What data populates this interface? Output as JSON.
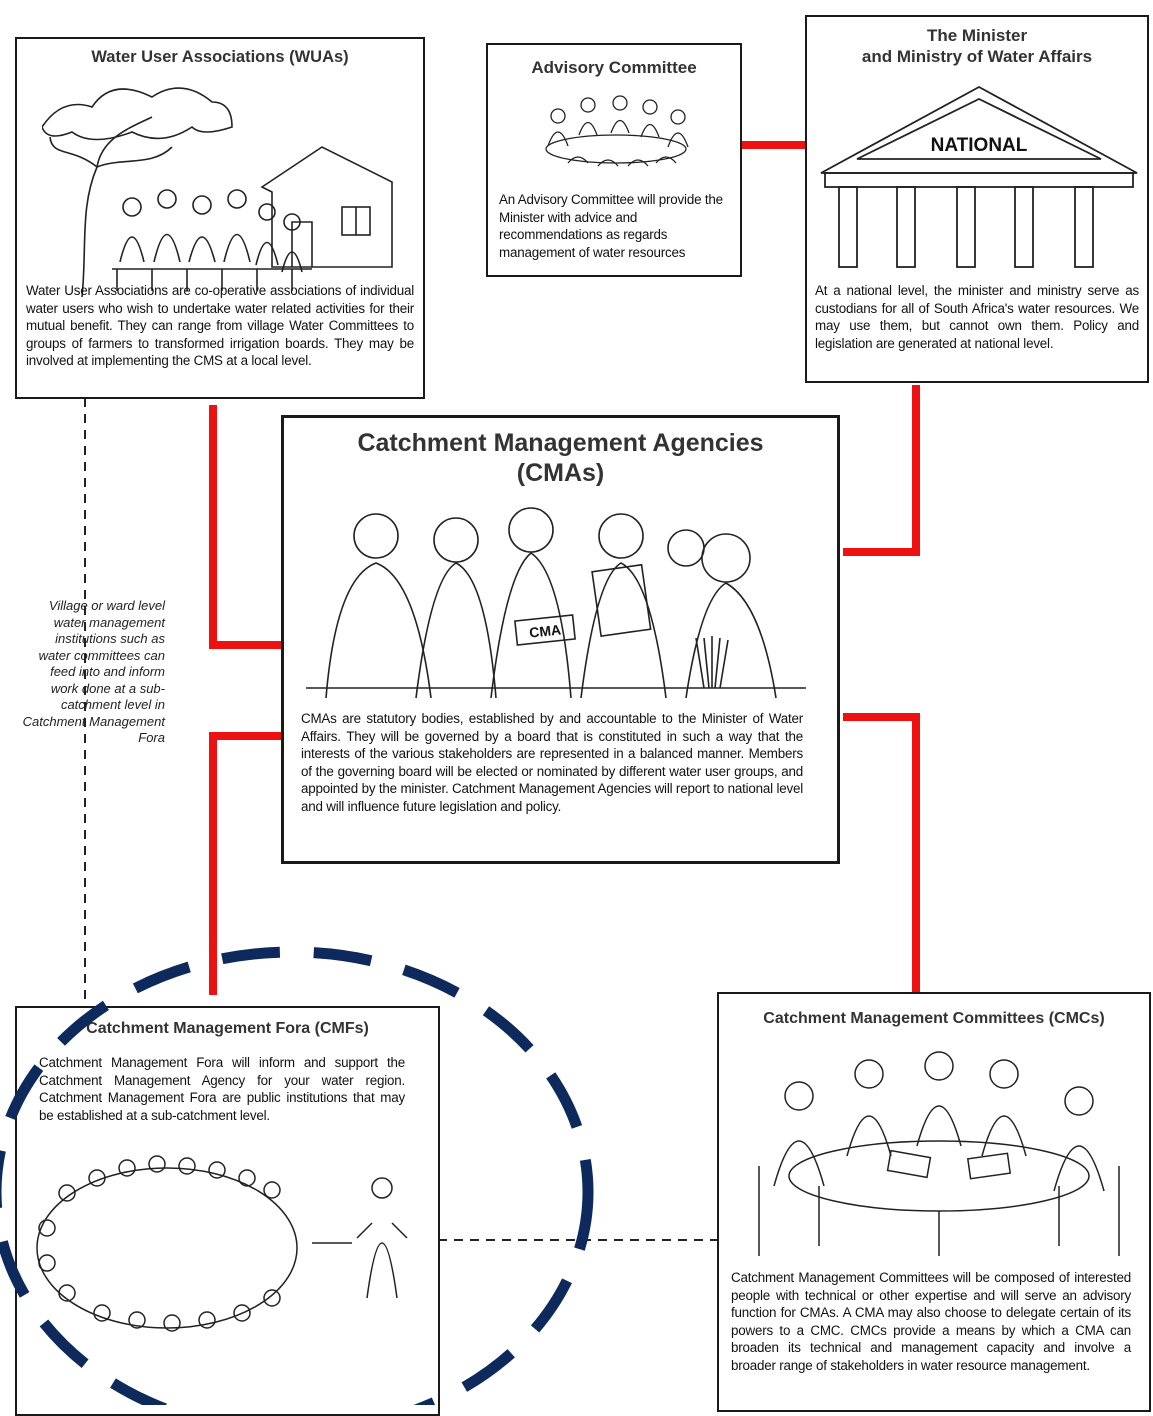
{
  "wua": {
    "title": "Water User Associations (WUAs)",
    "text": "Water User Associations are co-operative associations of individual water users who wish to undertake water related activities for their mutual benefit. They can range from village Water Committees to groups of farmers to transformed irrigation boards. They may be involved at implementing the CMS at a local level."
  },
  "advisory": {
    "title": "Advisory Committee",
    "text": "An Advisory Committee will provide the Minister with advice and recommendations as regards management of water resources"
  },
  "minister": {
    "title_line1": "The Minister",
    "title_line2": "and Ministry of Water Affairs",
    "building_label": "NATIONAL",
    "text": "At a national level, the minister and ministry serve as custodians for all of South Africa's water resources. We may use them, but cannot own them. Policy and legislation are generated at national level."
  },
  "cma": {
    "title_line1": "Catchment Management Agencies",
    "title_line2": "(CMAs)",
    "sign_label": "CMA",
    "text": "CMAs are statutory bodies, established by and accountable to the Minister of Water Affairs. They will be governed by a board that is constituted in such a way that the interests of the various stakeholders are represented in a balanced manner. Members of the governing board will be elected or nominated by different water user groups, and appointed by the minister. Catchment Management Agencies will report to national level and will influence future legislation and policy."
  },
  "side_note": "Village or ward level water management institutions such as water committees can feed into and inform work done at a sub-catchment level in Catchment Management Fora",
  "cmf": {
    "title": "Catchment Management Fora (CMFs)",
    "text": "Catchment Management Fora will inform and support the Catchment Management Agency for your water region. Catchment Management Fora are public institutions that may be established at a sub-catchment level."
  },
  "cmc": {
    "title": "Catchment Management Committees (CMCs)",
    "text": "Catchment Management Committees will be composed of interested people with technical or other expertise and will serve an advisory function for CMAs. A CMA may also choose to delegate certain of its powers to a CMC. CMCs provide a means by which a CMA can broaden its technical and management capacity and involve a broader range of stakeholders in water resource management."
  },
  "colors": {
    "connector_red": "#ee1111",
    "highlight_navy": "#0e2a5c",
    "border": "#1a1a1a"
  }
}
